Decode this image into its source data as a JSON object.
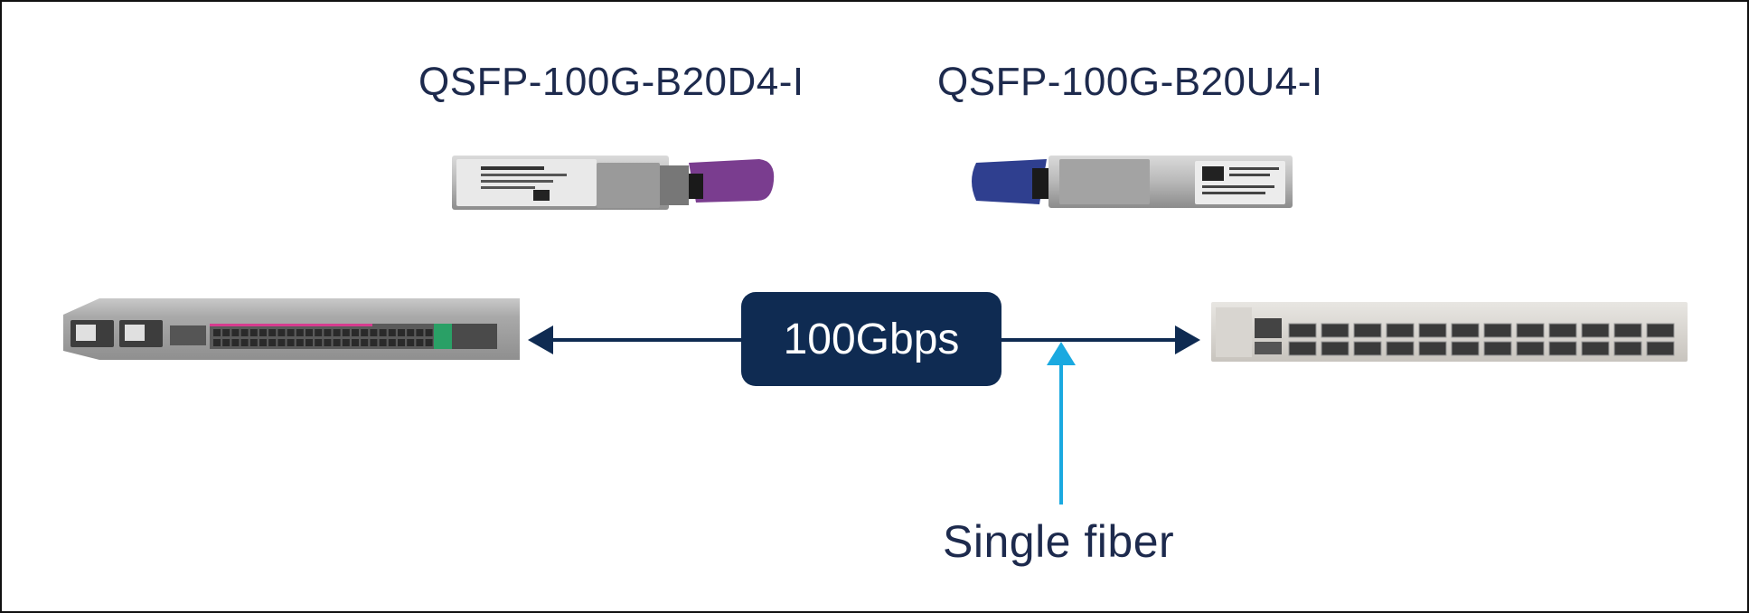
{
  "transceivers": {
    "downstream": {
      "label": "QSFP-100G-B20D4-I",
      "pull_tab_color": "#7a3d8f",
      "icon": "qsfp-module-image"
    },
    "upstream": {
      "label": "QSFP-100G-B20U4-I",
      "pull_tab_color": "#2f3f8f",
      "icon": "qsfp-module-image"
    }
  },
  "link": {
    "speed": "100Gbps",
    "medium": "Single fiber"
  },
  "devices": {
    "left": {
      "icon": "router-chassis-image"
    },
    "right": {
      "icon": "switch-chassis-image"
    }
  },
  "colors": {
    "navy": "#0f2b52",
    "text": "#1d2a4d",
    "fiber_arrow": "#1aa9e0"
  }
}
